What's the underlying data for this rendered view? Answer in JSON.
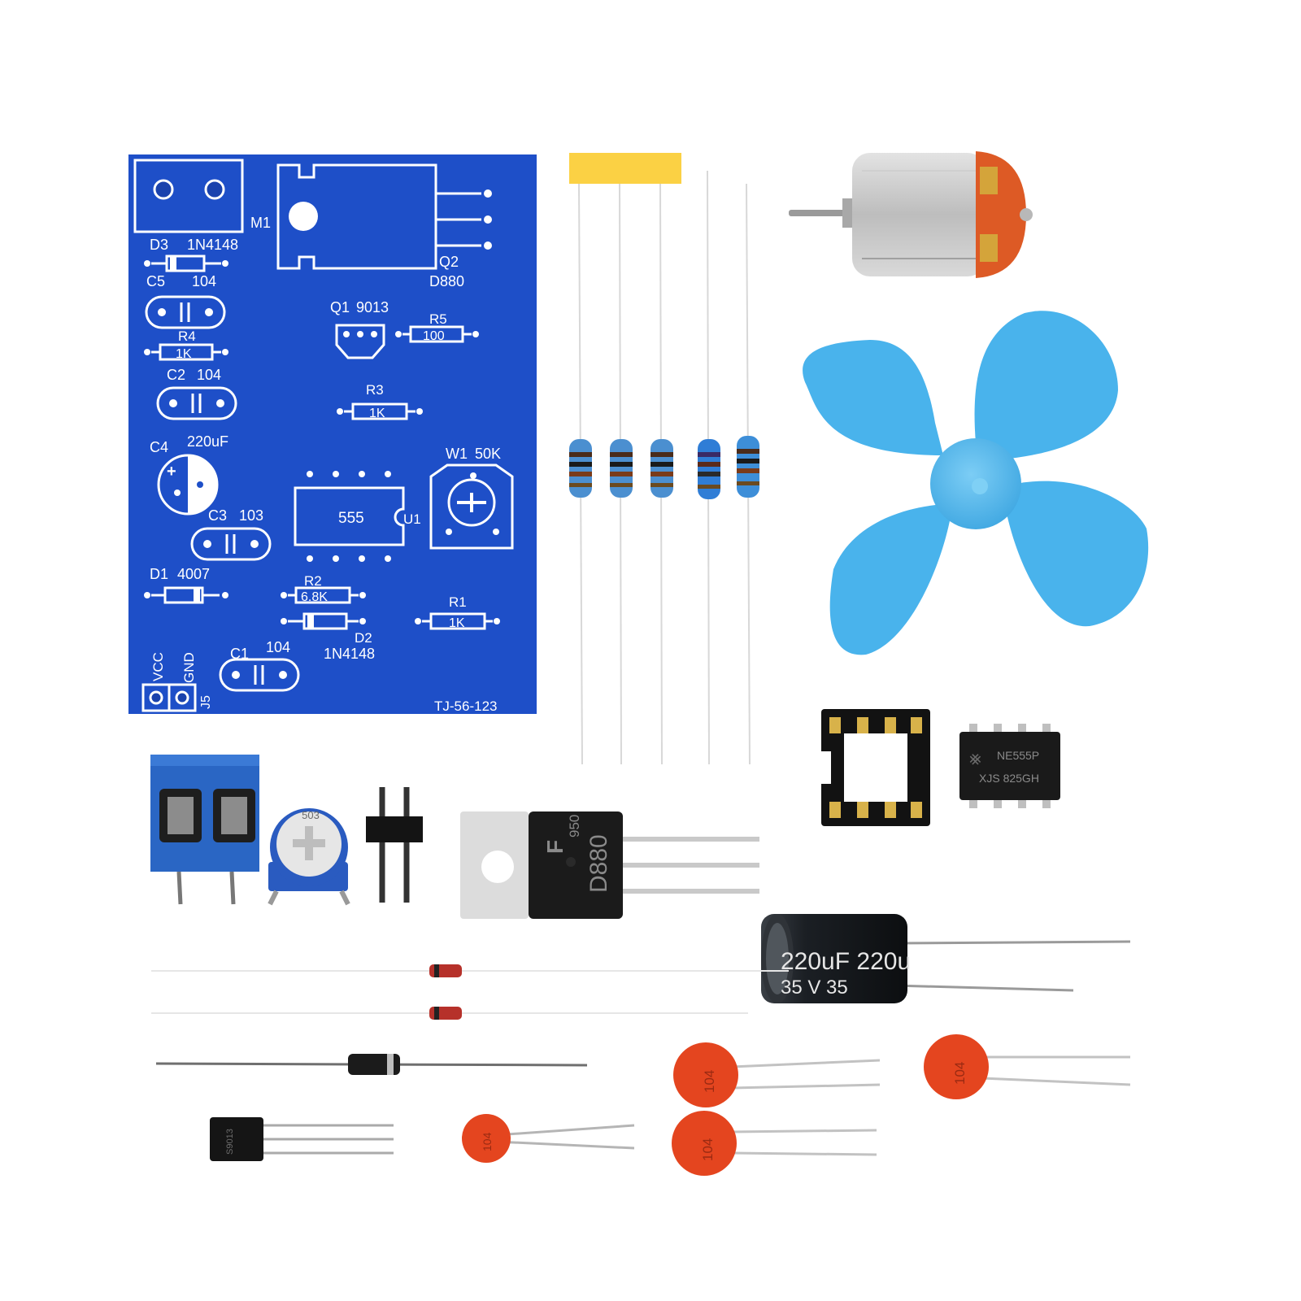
{
  "colors": {
    "pcb": "#1e4fc8",
    "silk": "#ffffff",
    "fan": "#49b3ec",
    "terminal": "#2a66c4",
    "ceramic": "#e4451f",
    "motor_cap": "#dd5a25",
    "cap_sleeve": "#161a1f"
  },
  "pcb": {
    "labels": {
      "m1": "M1",
      "d3": "D3",
      "d3_val": "1N4148",
      "c5": "C5",
      "c5_val": "104",
      "r4": "R4",
      "r4_val": "1K",
      "c2": "C2",
      "c2_val": "104",
      "c4": "C4",
      "c4_val": "220uF",
      "c3": "C3",
      "c3_val": "103",
      "d1": "D1",
      "d1_val": "4007",
      "vcc": "VCC",
      "gnd": "GND",
      "c1": "C1",
      "c1_val": "104",
      "j5": "J5",
      "q2": "Q2",
      "q2_val": "D880",
      "q1": "Q1",
      "q1_val": "9013",
      "r5": "R5",
      "r5_val": "100",
      "r3": "R3",
      "r3_val": "1K",
      "u1_val": "555",
      "u1": "U1",
      "w1": "W1",
      "w1_val": "50K",
      "r2": "R2",
      "r2_val": "6.8K",
      "d2": "D2",
      "d2_val": "1N4148",
      "r1": "R1",
      "r1_val": "1K",
      "board_id": "TJ-56-123"
    }
  },
  "parts": {
    "trimmer_code": "503",
    "ic_brand": "NE555P",
    "ic_code": "XJS 825GH",
    "transistor_code": "D880",
    "transistor_brand": "F",
    "transistor_lot": "950",
    "capacitor_top": "220uF 220u",
    "capacitor_bottom": "35 V   35",
    "ceramic_code": "104",
    "small_transistor_code": "S9013"
  }
}
